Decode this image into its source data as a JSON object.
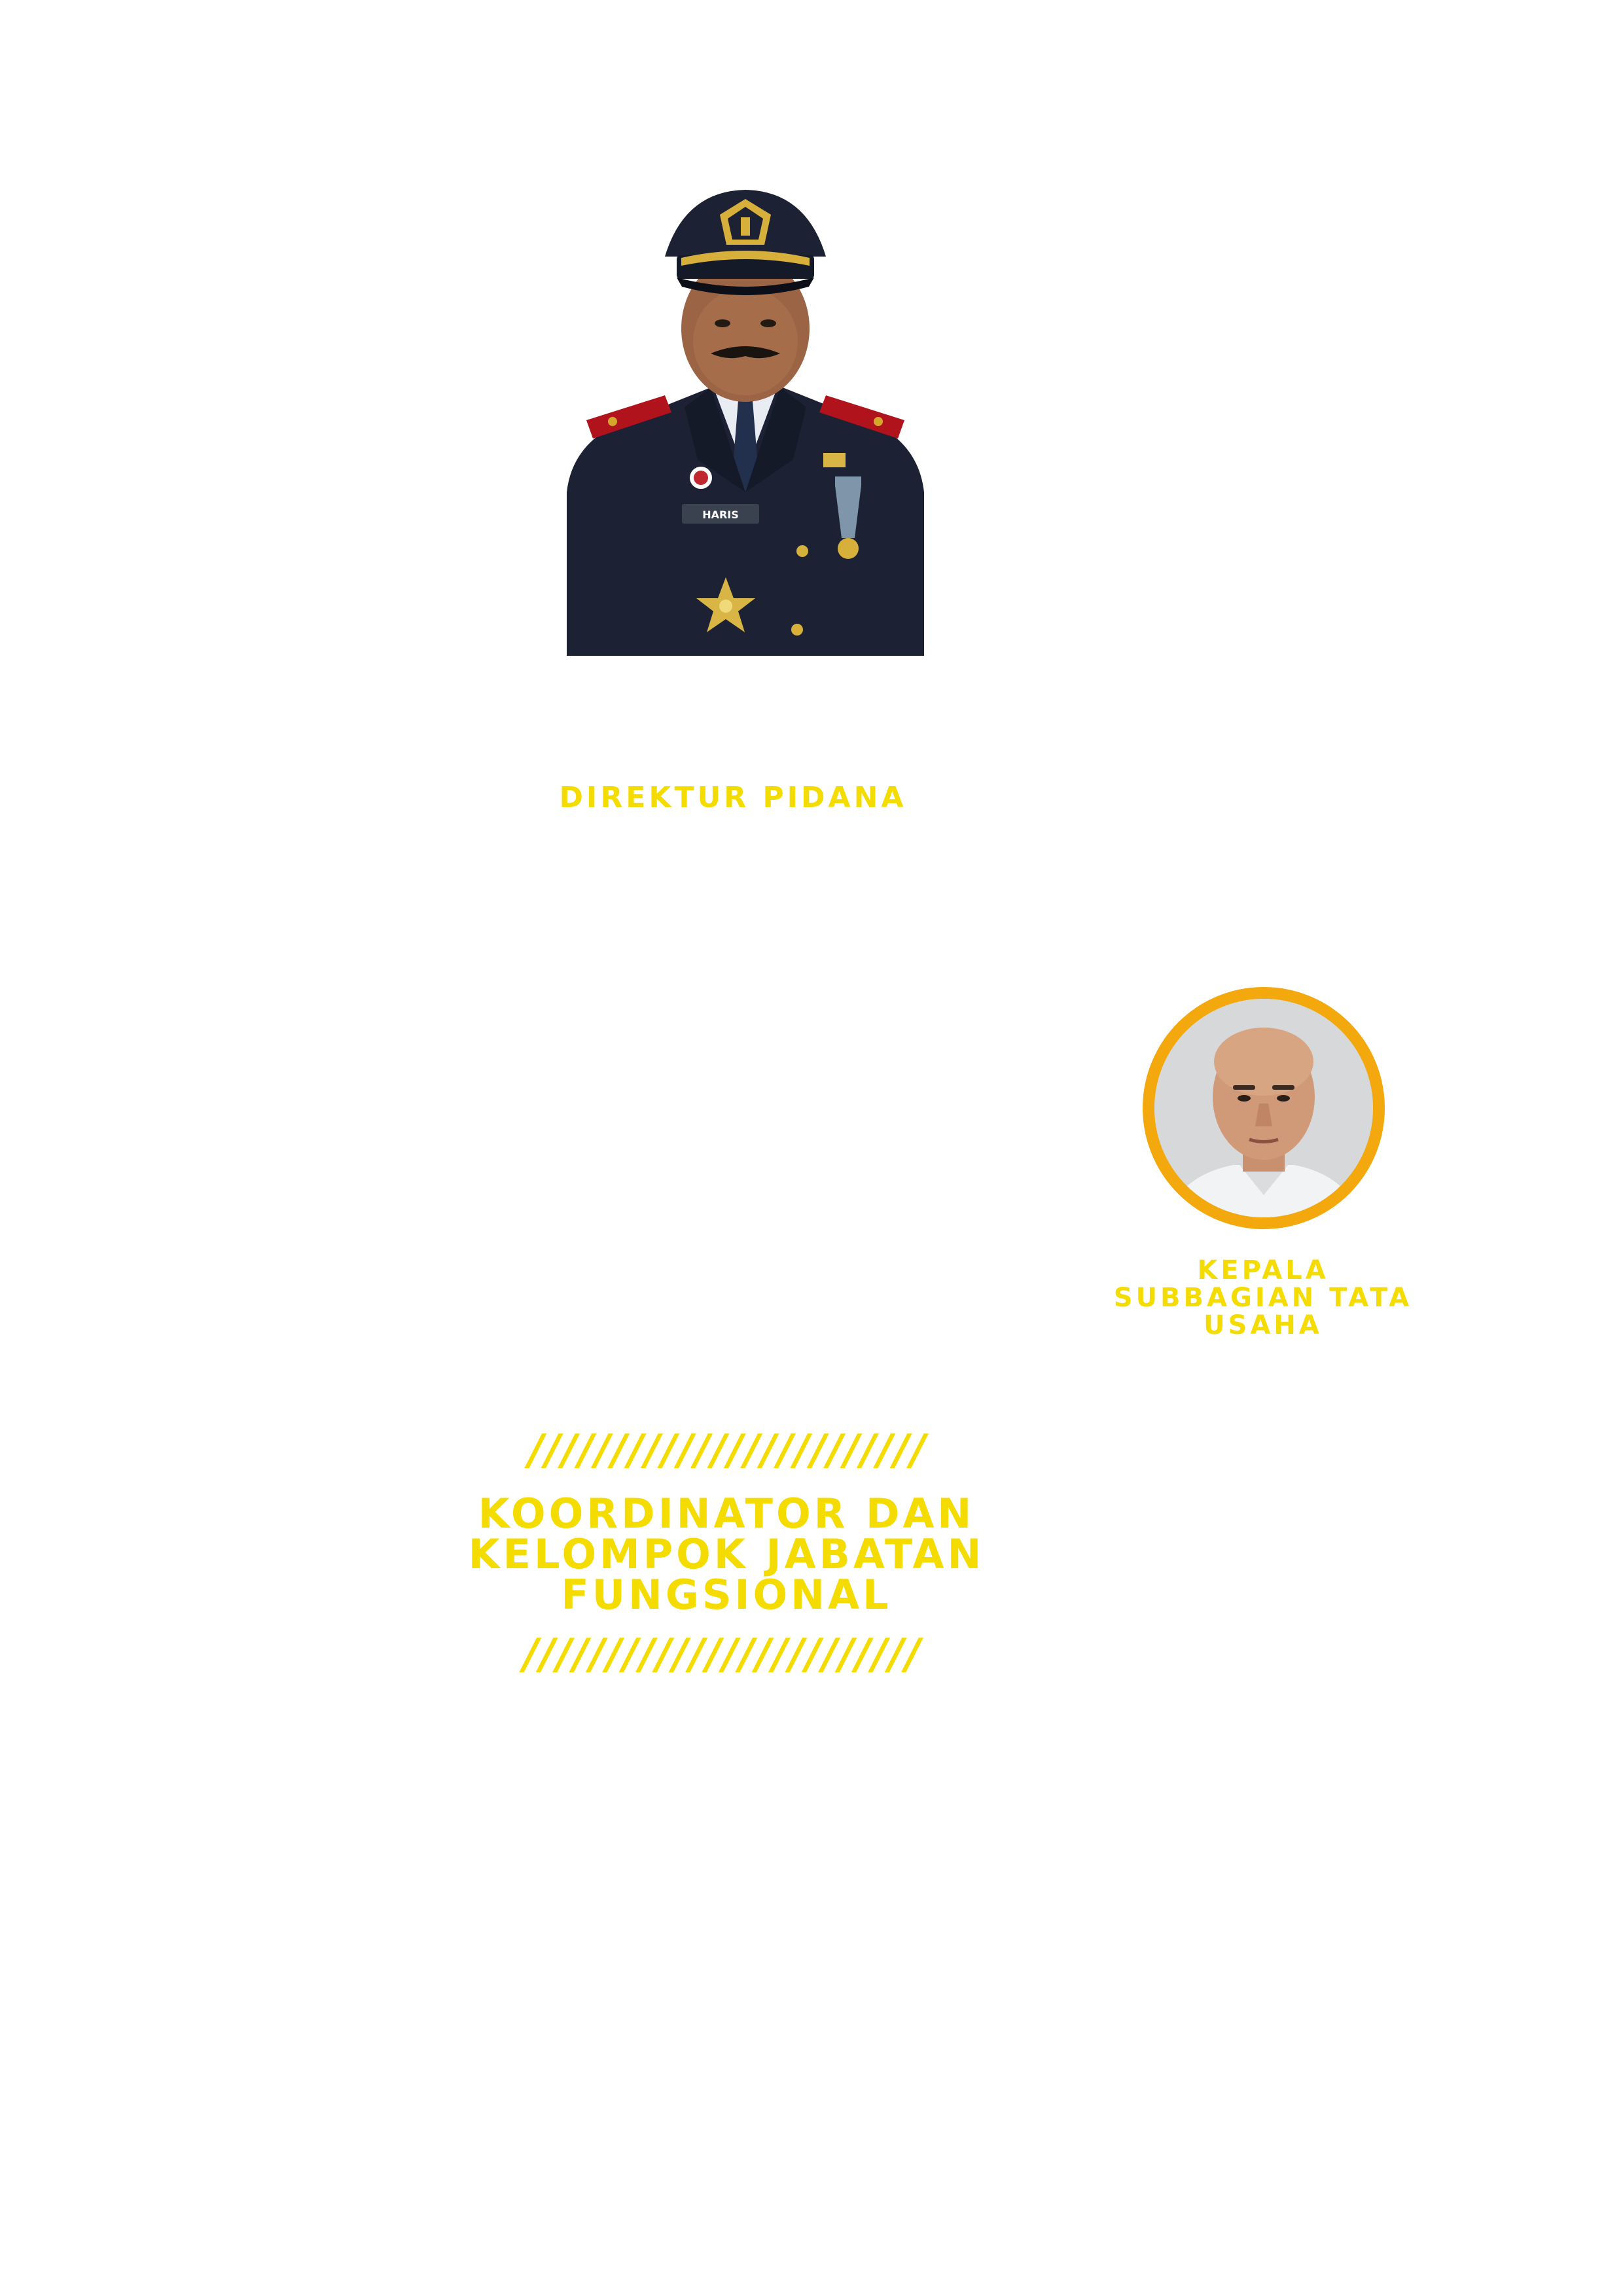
{
  "director": {
    "title": "DIREKTUR PIDANA",
    "name_tag": "HARIS"
  },
  "subsection_head": {
    "title": "KEPALA SUBBAGIAN TATA USAHA"
  },
  "section": {
    "heading_line1": "KOORDINATOR DAN",
    "heading_line2": "KELOMPOK JABATAN",
    "heading_line3": "FUNGSIONAL",
    "divider": "////////////////////////"
  },
  "colors": {
    "accent_text": "#f5dc00",
    "circle_ring": "#f3a80e",
    "uniform": "#1c2233"
  }
}
